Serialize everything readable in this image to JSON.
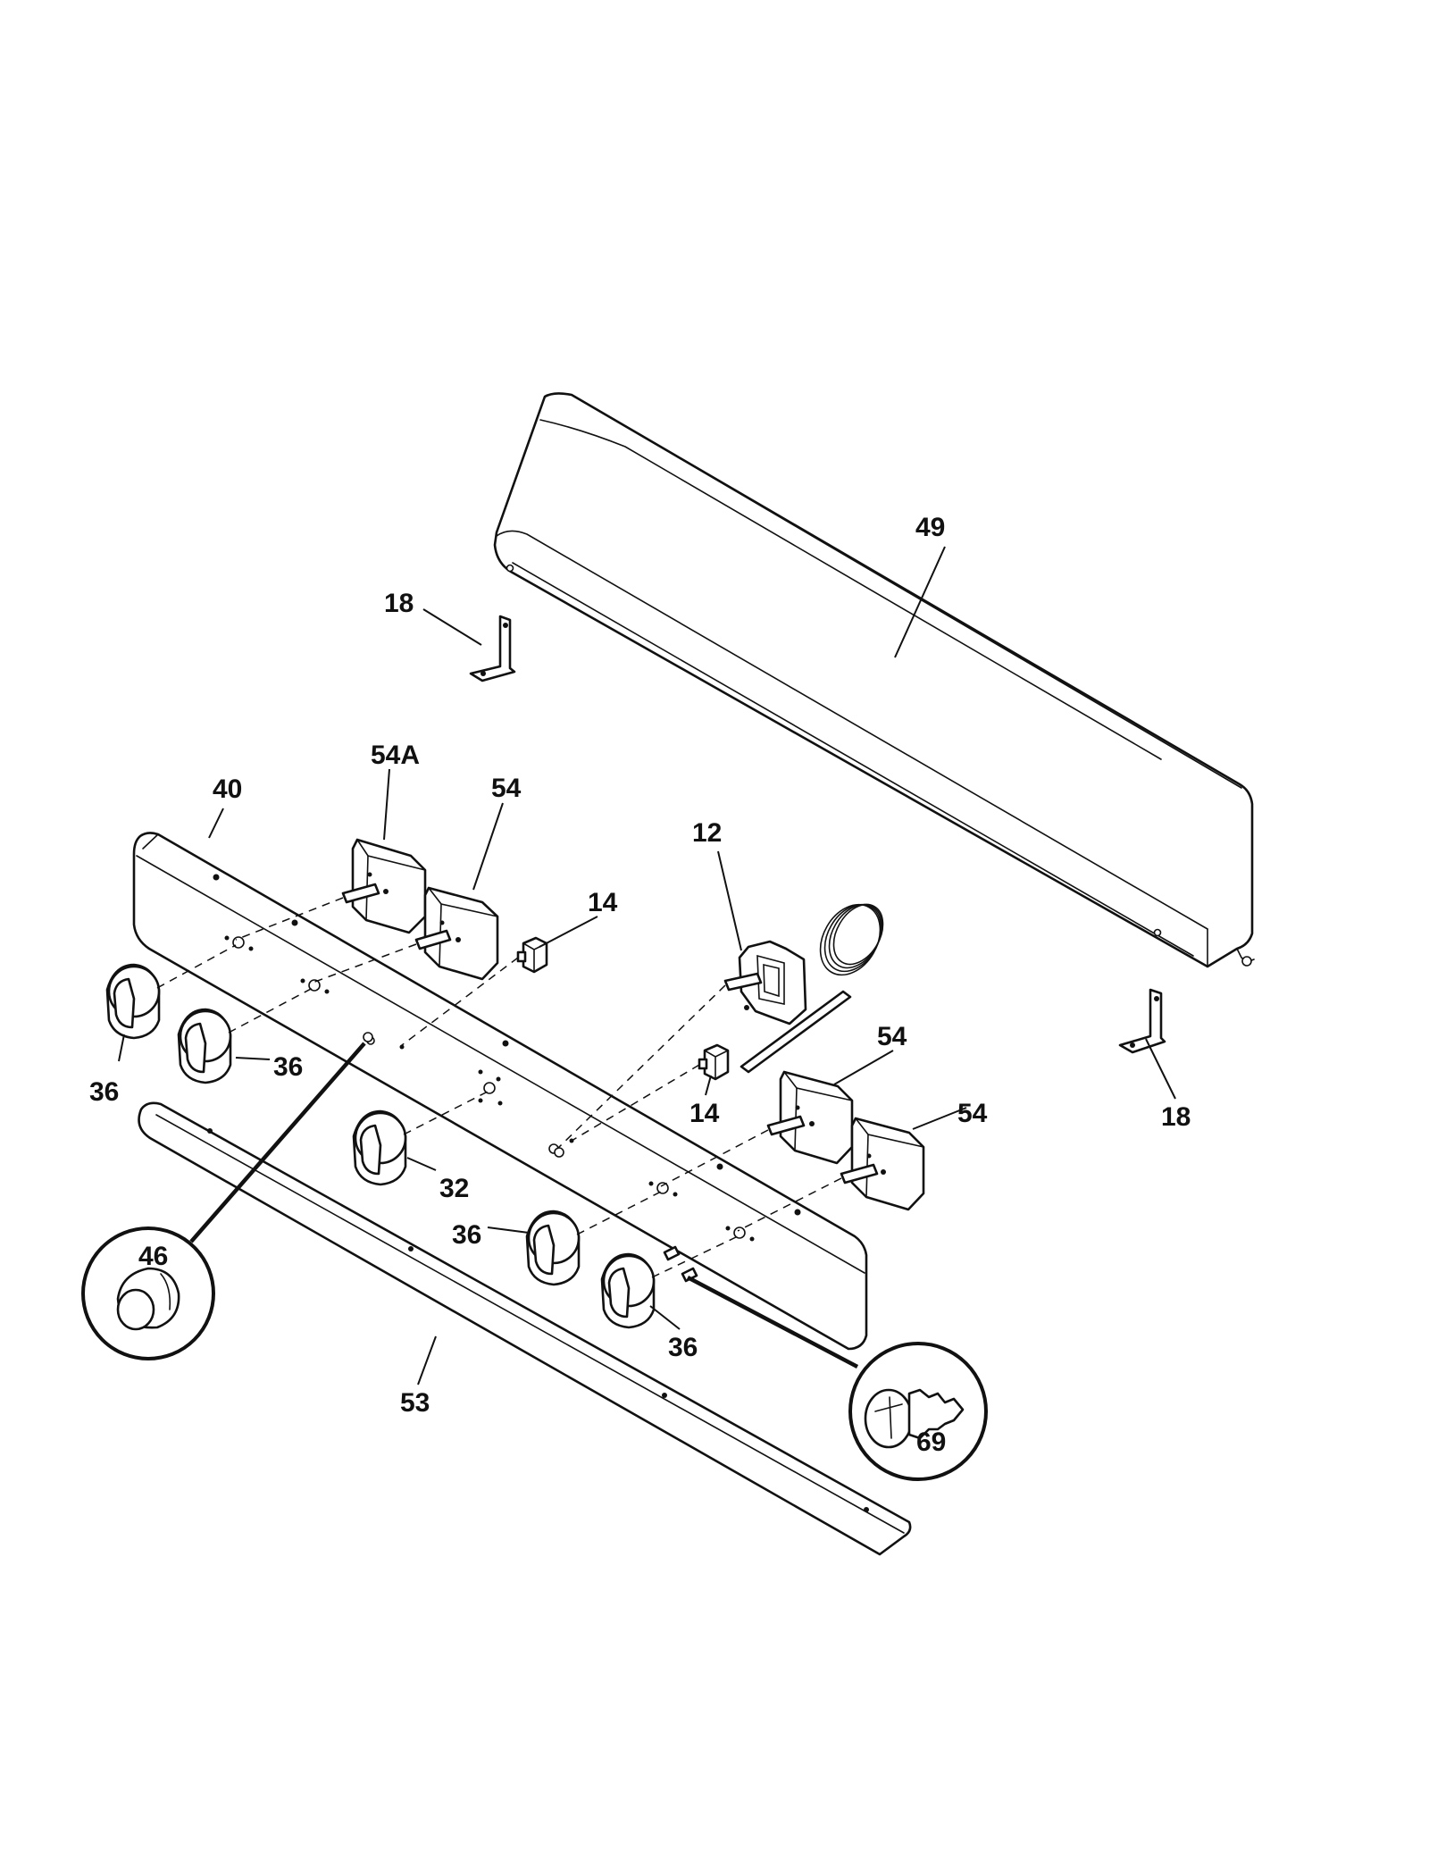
{
  "callouts": {
    "c49": "49",
    "c18_top": "18",
    "c18_bottom": "18",
    "c54a": "54A",
    "c54_top": "54",
    "c40": "40",
    "c12": "12",
    "c14_top": "14",
    "c14_bottom": "14",
    "c54_mid": "54",
    "c54_right": "54",
    "c36_left": "36",
    "c36_second": "36",
    "c32": "32",
    "c36_center": "36",
    "c36_right": "36",
    "c46": "46",
    "c53": "53",
    "c69": "69"
  }
}
